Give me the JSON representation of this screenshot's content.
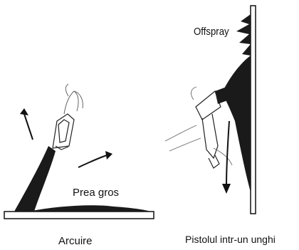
{
  "labels": {
    "offspray": "Offspray",
    "too_thick": "Prea gros",
    "arcing": "Arcuire",
    "gun_angle": "Pistolul intr-un unghi",
    "gun_angle_cut": "— — — — — —"
  },
  "colors": {
    "ink": "#111111",
    "spray": "#1a1a1a",
    "background": "#ffffff"
  },
  "icons": [
    "spray-gun-icon",
    "hand-icon",
    "arrow-icon"
  ]
}
